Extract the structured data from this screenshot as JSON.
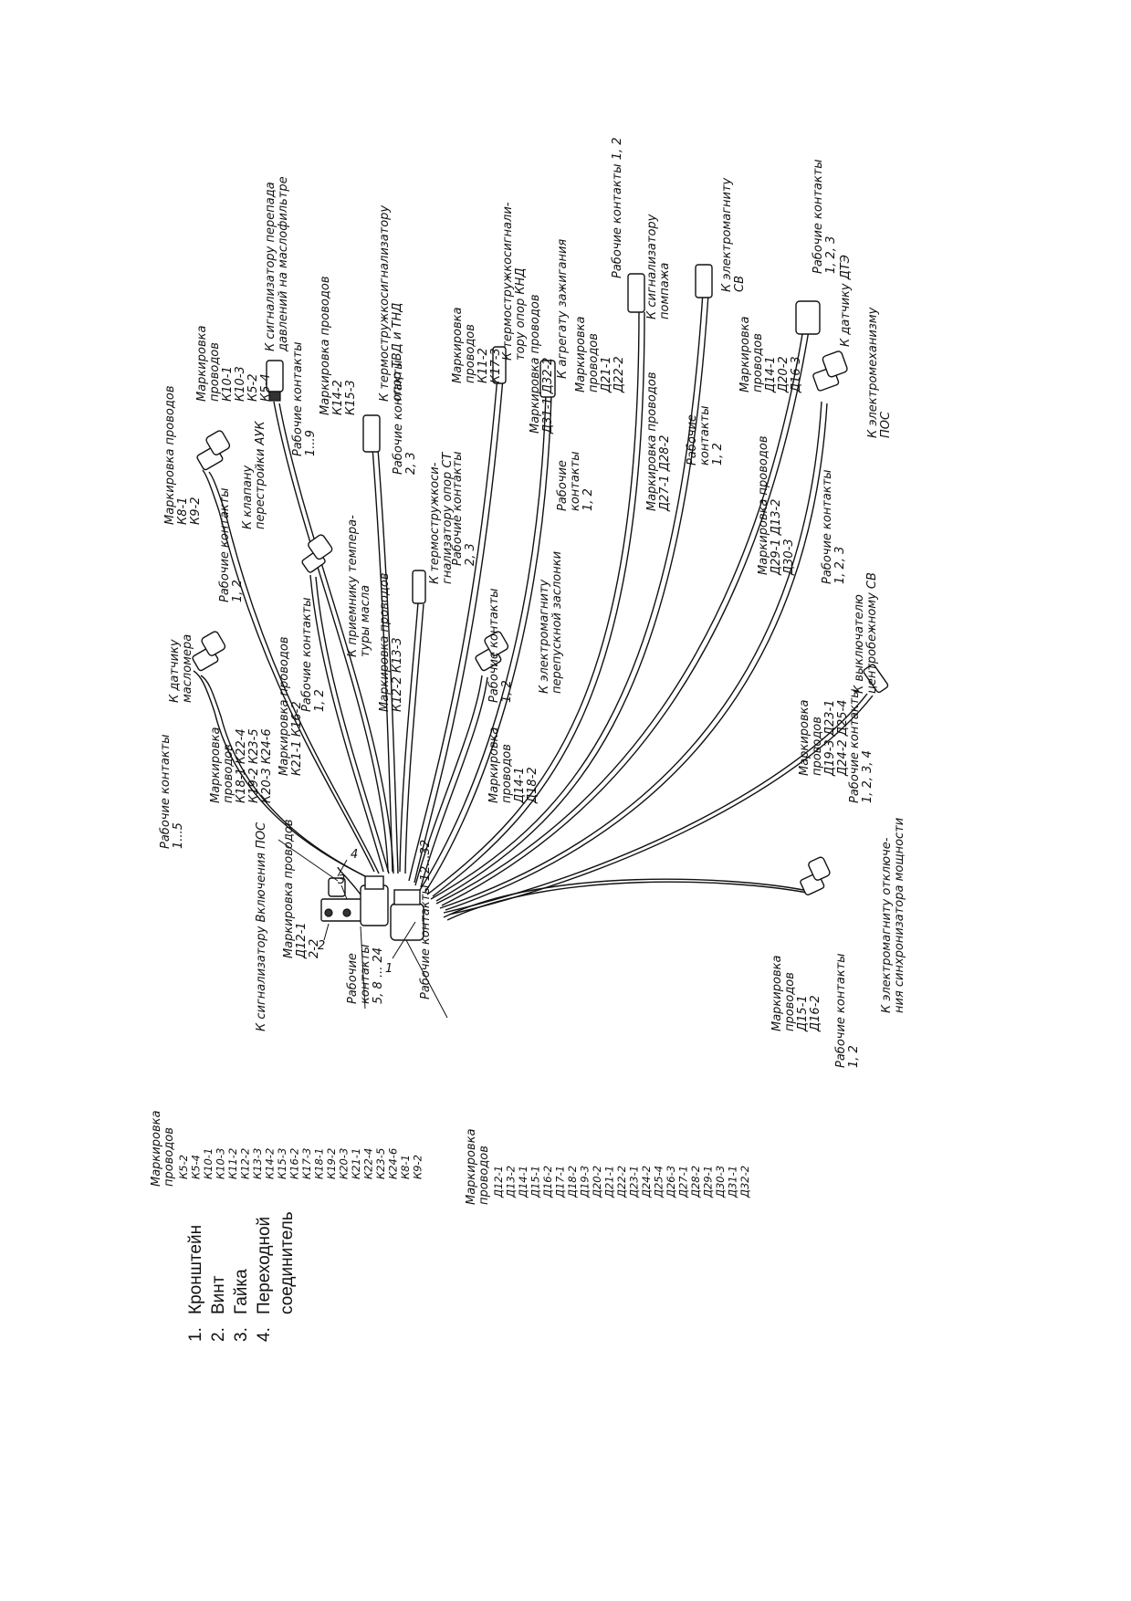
{
  "legend": {
    "items": [
      {
        "num": "1.",
        "label": "Кронштейн"
      },
      {
        "num": "2.",
        "label": "Винт"
      },
      {
        "num": "3.",
        "label": "Гайка"
      },
      {
        "num": "4.",
        "label": "Переходной"
      },
      {
        "num": "",
        "label": "соединитель"
      }
    ]
  },
  "table_k": {
    "title_1": "Маркировка",
    "title_2": "проводов",
    "rows": [
      "К5-2",
      "К5-4",
      "К10-1",
      "К10-3",
      "К11-2",
      "К12-2",
      "К13-3",
      "К14-2",
      "К15-3",
      "К16-2",
      "К17-3",
      "К18-1",
      "К19-2",
      "К20-3",
      "К21-1",
      "К22-4",
      "К23-5",
      "К24-6",
      "К8-1",
      "К9-2"
    ]
  },
  "table_d": {
    "title_1": "Маркировка",
    "title_2": "проводов",
    "rows": [
      "Д12-1",
      "Д13-2",
      "Д14-1",
      "Д15-1",
      "Д16-2",
      "Д17-1",
      "Д18-2",
      "Д19-3",
      "Д20-2",
      "Д21-1",
      "Д22-2",
      "Д23-1",
      "Д24-2",
      "Д25-4",
      "Д26-3",
      "Д27-1",
      "Д28-2",
      "Д29-1",
      "Д30-3",
      "Д31-1",
      "Д32-2"
    ]
  },
  "callouts": {
    "c1": "1",
    "c2": "2",
    "c3": "3",
    "c4": "4"
  },
  "labels": {
    "work_5_8_24": [
      "Рабочие",
      "контакты",
      "5, 8 ... 24"
    ],
    "work_12_32": "Рабочие контакты 12...32",
    "sig_pos": "К сигнализатору Включения ПОС",
    "mark_d12": [
      "Маркировка проводов",
      "Д12-1",
      "2-2"
    ],
    "work_1_5": [
      "Рабочие контакты",
      "1...5"
    ],
    "mark_k18": [
      "Маркировка",
      "проводов",
      "К18-1   К22-4",
      "К19-2   К23-5",
      "К20-3   К24-6"
    ],
    "k_datchiku_maslomera": [
      "К датчику",
      "масломера"
    ],
    "work_1_2_a": [
      "Рабочие контакты",
      "1, 2"
    ],
    "mark_k21": [
      "Маркировка проводов",
      "К21-1   К16-2"
    ],
    "work_1_2_b": [
      "Рабочие контакты",
      "1, 2"
    ],
    "mark_k8": [
      "Маркировка проводов",
      "К8-1",
      "К9-2"
    ],
    "k_klapanu": [
      "К клапану",
      "перестройки АУК"
    ],
    "k_priemniku": [
      "К приемнику темпера-",
      "туры масла"
    ],
    "mark_k12": [
      "Маркировка проводов",
      "К12-2   К13-3"
    ],
    "k_termostr_st": [
      "К термостружкоси-",
      "гнализатору опор СТ"
    ],
    "work_1_9": [
      "Рабочие контакты",
      "1...9"
    ],
    "mark_k10": [
      "Маркировка",
      "проводов",
      "К10-1",
      "К10-3",
      "К5-2",
      "К5-4"
    ],
    "k_sig_perepada": [
      "К сигнализатору перепада",
      "давлений на маслофильтре"
    ],
    "mark_k14": [
      "Маркировка проводов",
      "К14-2",
      "К15-3"
    ],
    "k_termostr_tvd": [
      "К термостружкосигнализатору",
      "опор ТВД и ТНД"
    ],
    "work_2_3_a": [
      "Рабочие контакты",
      "2, 3"
    ],
    "work_2_3_b": [
      "Рабочие контакты",
      "2, 3"
    ],
    "mark_k11": [
      "Маркировка",
      "проводов",
      "К11-2",
      "К17-3"
    ],
    "k_termostr_knd": [
      "К термостружкосигнали-",
      "тору опор КНД"
    ],
    "work_1_2_c": [
      "Рабочие контакты",
      "1, 2"
    ],
    "k_elektromagnitu_zaslonki": [
      "К электромагниту",
      "перепускной заслонки"
    ],
    "mark_d14": [
      "Маркировка",
      "проводов",
      "Д14-1",
      "Д18-2"
    ],
    "mark_d31": [
      "Маркировка проводов",
      "Д31-1   Д32-2"
    ],
    "k_agregatu": "К агрегату зажигания",
    "work_1_2_d": [
      "Рабочие",
      "контакты",
      "1, 2"
    ],
    "mark_d21": [
      "Маркировка",
      "проводов",
      "Д21-1",
      "Д22-2"
    ],
    "work_1_2_e": "Рабочие контакты 1, 2",
    "k_sig_pompazha": [
      "К сигнализатору",
      "помпажа"
    ],
    "mark_d27": [
      "Маркировка проводов",
      "Д27-1   Д28-2"
    ],
    "work_1_2_f": [
      "Рабочие",
      "контакты",
      "1, 2"
    ],
    "k_elektromagnitu_sv": [
      "К электромагниту",
      "СВ"
    ],
    "mark_d14b": [
      "Маркировка",
      "проводов",
      "Д14-1",
      "Д20-2",
      "Д16-3"
    ],
    "work_1_2_3_a": [
      "Рабочие контакты",
      "1, 2, 3"
    ],
    "k_datchiku_dtz": "К датчику ДТЭ",
    "k_elektromehanizmu": [
      "К электромеханизму",
      "ПОС"
    ],
    "mark_d29": [
      "Маркировка проводов",
      "Д29-1   Д13-2",
      "Д30-3"
    ],
    "work_1_2_3_b": [
      "Рабочие контакты",
      "1, 2, 3"
    ],
    "k_vyklyuchatelyu": [
      "К выключателю",
      "центробежному СВ"
    ],
    "mark_d19": [
      "Маркировка",
      "проводов",
      "Д19-3   Д23-1",
      "Д24-2   Д25-4"
    ],
    "work_1_2_3_4": [
      "Рабочие контакты",
      "1, 2, 3, 4"
    ],
    "k_elektromagnitu_otkl": [
      "К электромагниту отключе-",
      "ния синхронизатора мощности"
    ],
    "mark_d15": [
      "Маркировка",
      "проводов",
      "Д15-1",
      "Д16-2"
    ],
    "work_1_2_g": [
      "Рабочие контакты",
      "1, 2"
    ]
  }
}
